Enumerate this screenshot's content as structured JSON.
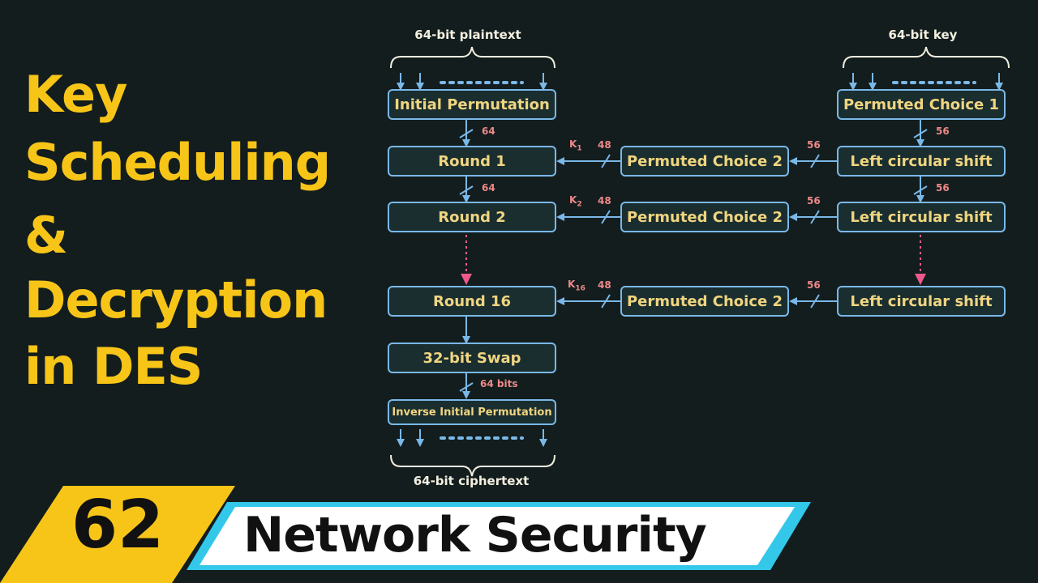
{
  "title": {
    "line1": "Key",
    "line2": "Scheduling",
    "line3": "&",
    "line4": "Decryption",
    "line5": "in DES"
  },
  "diagram": {
    "plaintext_label": "64-bit plaintext",
    "key_label": "64-bit key",
    "ciphertext_label": "64-bit ciphertext",
    "initial_permutation": "Initial Permutation",
    "permuted_choice_1": "Permuted Choice 1",
    "round_1": "Round 1",
    "round_2": "Round 2",
    "round_16": "Round 16",
    "permuted_choice_2": "Permuted Choice 2",
    "left_circular_shift": "Left circular shift",
    "swap": "32-bit Swap",
    "inverse_initial_permutation": "Inverse Initial Permutation",
    "bits_64": "64",
    "bits_56": "56",
    "bits_48": "48",
    "bits_64_bits": "64 bits",
    "k_symbol": "K",
    "k1_sub": "1",
    "k2_sub": "2",
    "k16_sub": "16"
  },
  "banner": {
    "episode_number": "62",
    "series_title": "Network Security"
  },
  "colors": {
    "title_yellow": "#f7c518",
    "box_border_blue": "#7ab8e8",
    "box_text": "#f0d580",
    "bit_label_red": "#ee8888",
    "dotted_pink": "#ee5a8c",
    "banner_blue": "#33c8ea",
    "background": "#131d1e"
  }
}
